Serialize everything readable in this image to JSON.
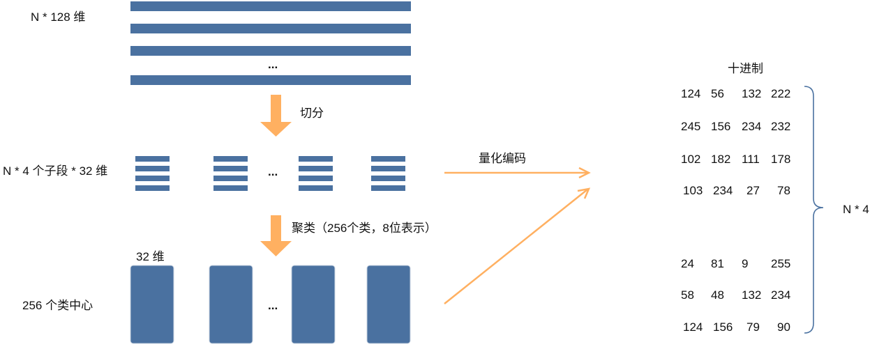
{
  "labels": {
    "original": "N * 128 维",
    "ellipsis": "...",
    "split": "切分",
    "subsegments": "N * 4 个子段 * 32 维",
    "cluster": "聚类（256个类，8位表示）",
    "dim32": "32 维",
    "centers": "256 个类中心",
    "quantize": "量化编码",
    "decimal": "十进制",
    "n4": "N * 4"
  },
  "codes": [
    [
      "124",
      "56",
      "132",
      "222"
    ],
    [
      "245",
      "156",
      "234",
      "232"
    ],
    [
      "102",
      "182",
      "111",
      "178"
    ],
    [
      "103",
      "234",
      "27",
      "78"
    ],
    [
      "24",
      "81",
      "9",
      "255"
    ],
    [
      "58",
      "48",
      "132",
      "234"
    ],
    [
      "124",
      "156",
      "79",
      "90"
    ]
  ],
  "colors": {
    "bar": "#4a71a0",
    "arrow": "#ffb061",
    "brace": "#4a71a0"
  }
}
